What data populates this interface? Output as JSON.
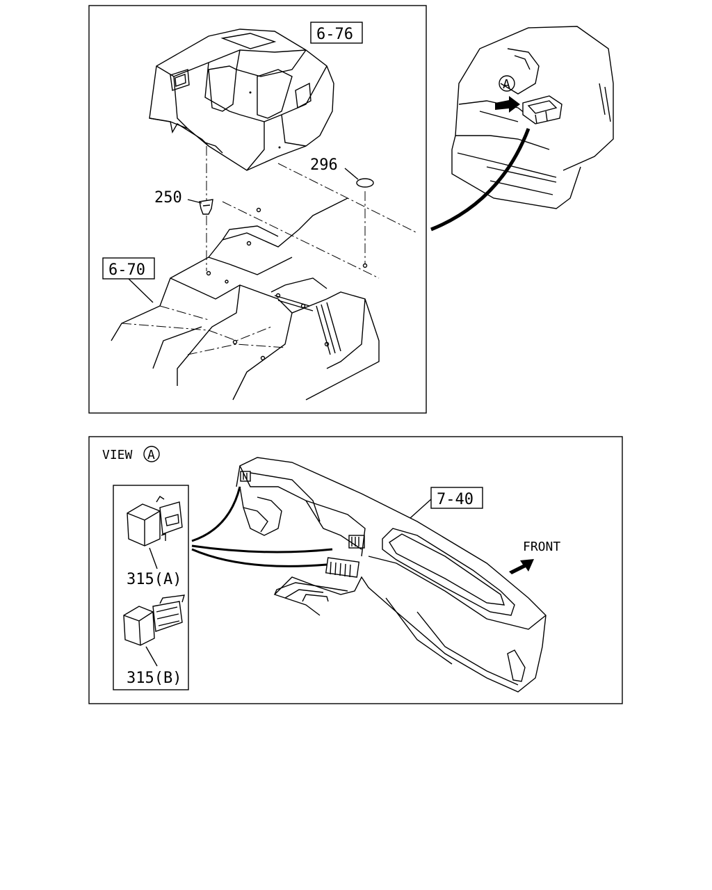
{
  "top_panel": {
    "labels": {
      "console": "6-76",
      "floor": "6-70",
      "clip": "250",
      "plug": "296"
    },
    "inset_marker": "A"
  },
  "bottom_panel": {
    "view_word": "VIEW",
    "view_marker": "A",
    "dash_label": "7-40",
    "front_label": "FRONT",
    "switch_a_label": "315(A)",
    "switch_b_label": "315(B)"
  }
}
